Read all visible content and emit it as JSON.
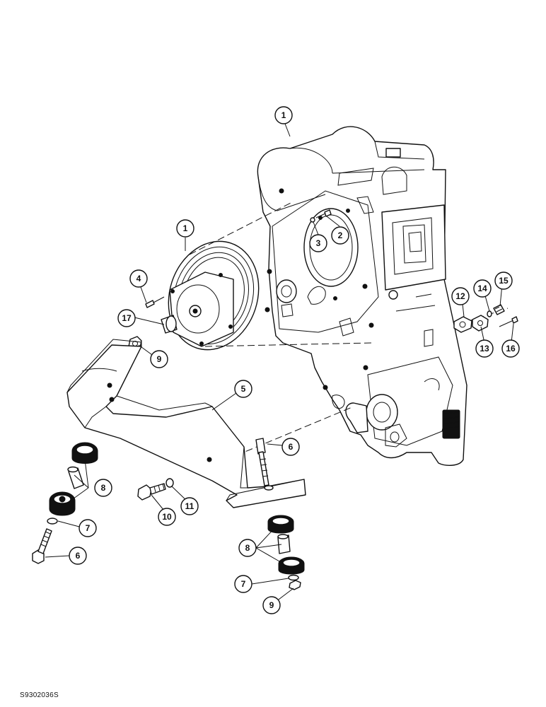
{
  "figure_id": "S9302036S",
  "callouts": [
    {
      "id": "c1a",
      "label": "1"
    },
    {
      "id": "c1b",
      "label": "1"
    },
    {
      "id": "c2",
      "label": "2"
    },
    {
      "id": "c3",
      "label": "3"
    },
    {
      "id": "c4",
      "label": "4"
    },
    {
      "id": "c5",
      "label": "5"
    },
    {
      "id": "c6a",
      "label": "6"
    },
    {
      "id": "c6b",
      "label": "6"
    },
    {
      "id": "c7a",
      "label": "7"
    },
    {
      "id": "c7b",
      "label": "7"
    },
    {
      "id": "c8a",
      "label": "8"
    },
    {
      "id": "c8b",
      "label": "8"
    },
    {
      "id": "c9a",
      "label": "9"
    },
    {
      "id": "c9b",
      "label": "9"
    },
    {
      "id": "c10",
      "label": "10"
    },
    {
      "id": "c11",
      "label": "11"
    },
    {
      "id": "c12",
      "label": "12"
    },
    {
      "id": "c13",
      "label": "13"
    },
    {
      "id": "c14",
      "label": "14"
    },
    {
      "id": "c15",
      "label": "15"
    },
    {
      "id": "c16",
      "label": "16"
    },
    {
      "id": "c17",
      "label": "17"
    }
  ]
}
